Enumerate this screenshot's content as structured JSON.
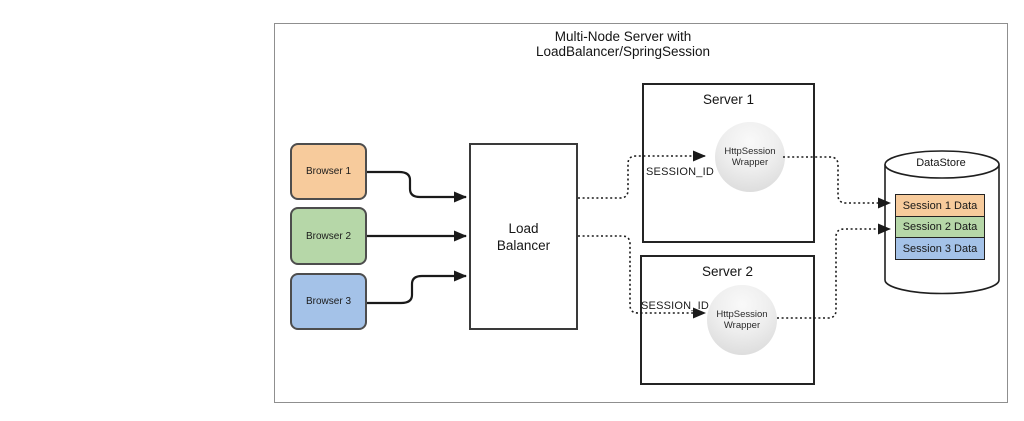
{
  "diagram": {
    "title": "Multi-Node Server with\nLoadBalancer/SpringSession",
    "browsers": [
      {
        "label": "Browser 1",
        "fill": "#F7CB9C"
      },
      {
        "label": "Browser 2",
        "fill": "#B6D7A8"
      },
      {
        "label": "Browser 3",
        "fill": "#A4C2E8"
      }
    ],
    "load_balancer": {
      "label": "Load\nBalancer"
    },
    "servers": [
      {
        "title": "Server 1",
        "session_id_label": "SESSION_ID",
        "wrapper_label": "HttpSession\nWrapper"
      },
      {
        "title": "Server 2",
        "session_id_label": "SESSION_ID",
        "wrapper_label": "HttpSession\nWrapper"
      }
    ],
    "datastore": {
      "title": "DataStore",
      "rows": [
        {
          "label": "Session 1 Data",
          "fill": "#F7CB9C"
        },
        {
          "label": "Session 2 Data",
          "fill": "#B6D7A8"
        },
        {
          "label": "Session 3 Data",
          "fill": "#A4C2E8"
        }
      ]
    },
    "colors": {
      "connector": "#1a1a1a",
      "node_border": "#4d4d4d",
      "frame_border": "#8f8f8f"
    }
  }
}
